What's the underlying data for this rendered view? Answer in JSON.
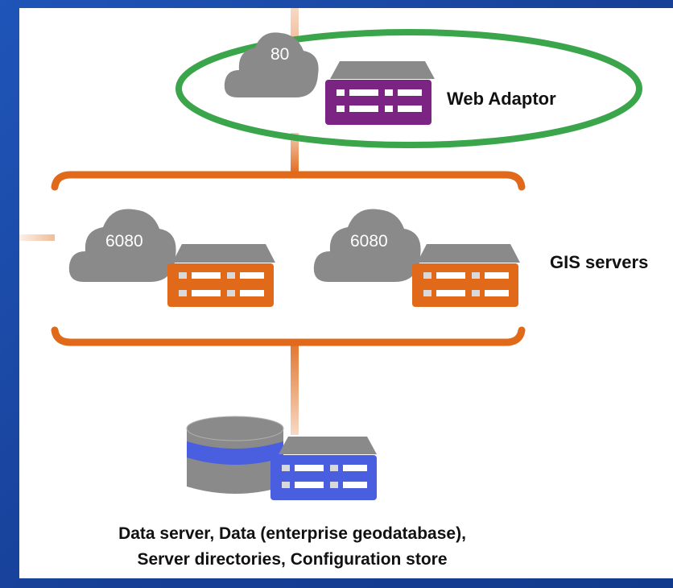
{
  "web_adaptor": {
    "port": "80",
    "label": "Web Adaptor"
  },
  "gis_servers": {
    "label": "GIS servers",
    "ports": [
      "6080",
      "6080"
    ]
  },
  "data_server": {
    "caption_line1": "Data server, Data (enterprise geodatabase),",
    "caption_line2": "Server directories, Configuration store"
  },
  "colors": {
    "web_adaptor_server": "#7b2483",
    "gis_server": "#e0691a",
    "data_server": "#4a5fe0",
    "connector": "#e0691a",
    "highlight_ellipse": "#3aa54a",
    "cloud": "#8a8a8a",
    "server_top": "#8a8a8a"
  },
  "icons": [
    "cloud-icon",
    "server-icon",
    "database-icon"
  ]
}
